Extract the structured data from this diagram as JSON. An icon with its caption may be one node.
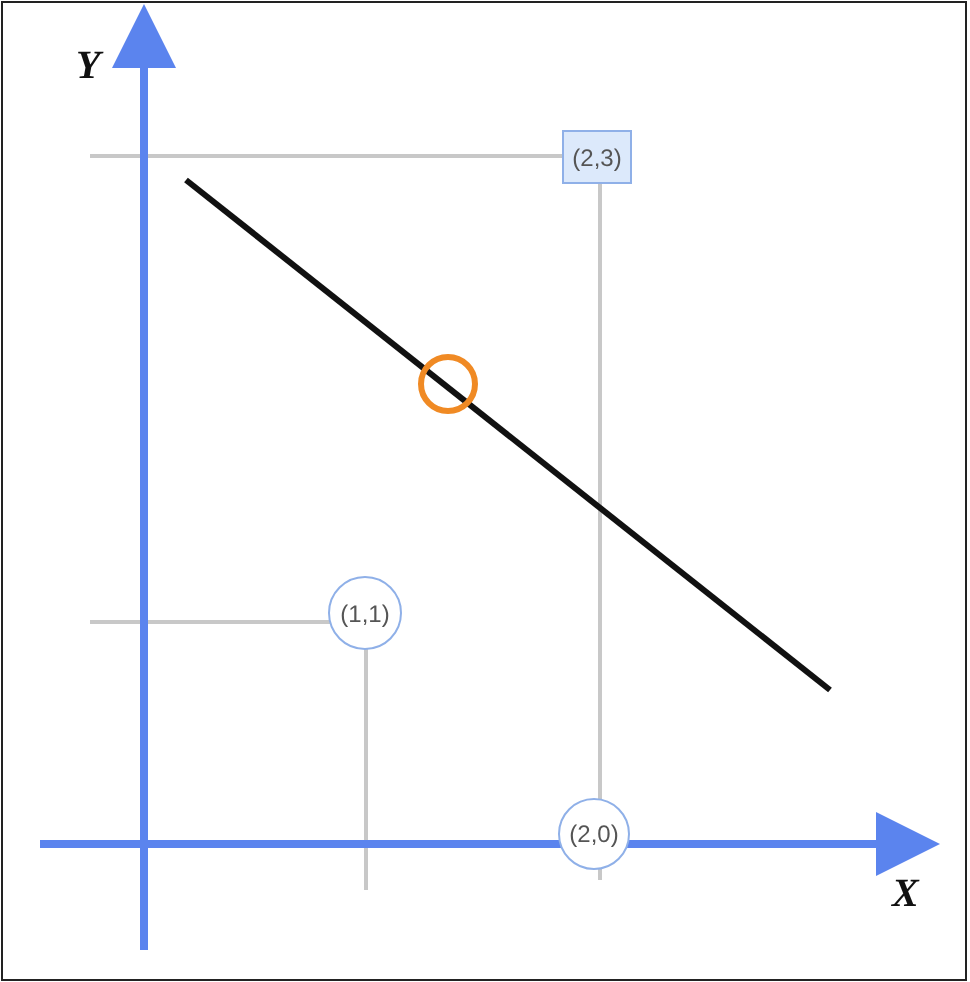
{
  "diagram": {
    "nodes": [
      {
        "text": [
          "(2,3)"
        ]
      },
      {
        "text": [
          "(1,1)"
        ]
      },
      {
        "text": [],
        "shape": "circle"
      },
      {
        "text": [
          "(2,0)"
        ]
      }
    ],
    "labels": [
      "Y",
      "X"
    ]
  }
}
